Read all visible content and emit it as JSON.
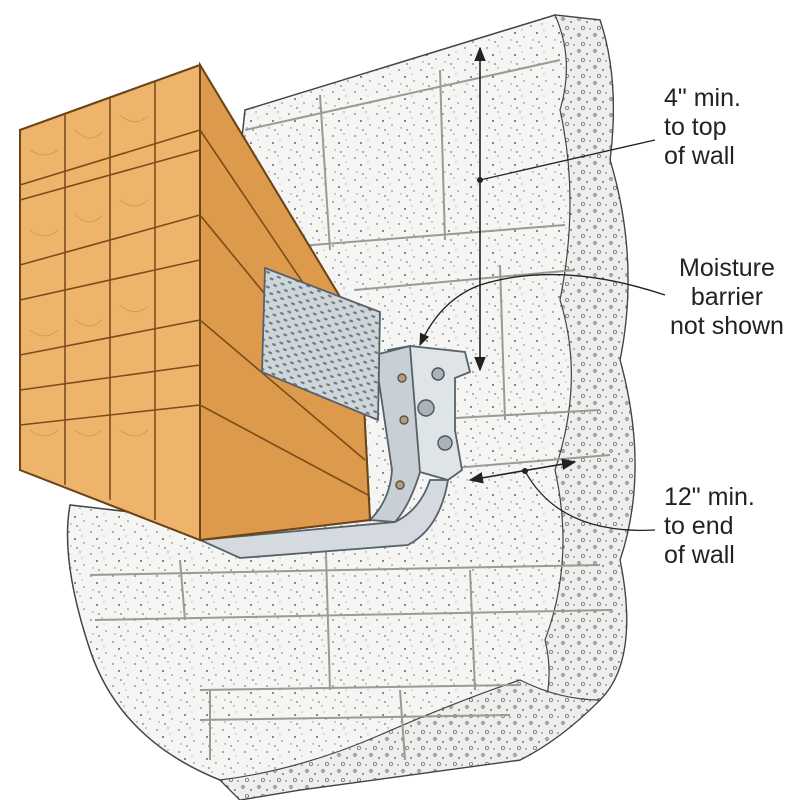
{
  "callouts": {
    "top_of_wall": [
      "4\" min.",
      "to top",
      "of wall"
    ],
    "moisture_barrier": [
      "Moisture",
      "barrier",
      "not shown"
    ],
    "end_of_wall": [
      "12\" min.",
      "to end",
      "of wall"
    ]
  },
  "colors": {
    "wood": "#e8a55a",
    "wood_dark": "#c77f2e",
    "masonry": "#f3f3f1",
    "masonry_edge": "#dcdcd8",
    "steel": "#d7dde1",
    "steel_edge": "#7c8890",
    "line": "#333333"
  }
}
